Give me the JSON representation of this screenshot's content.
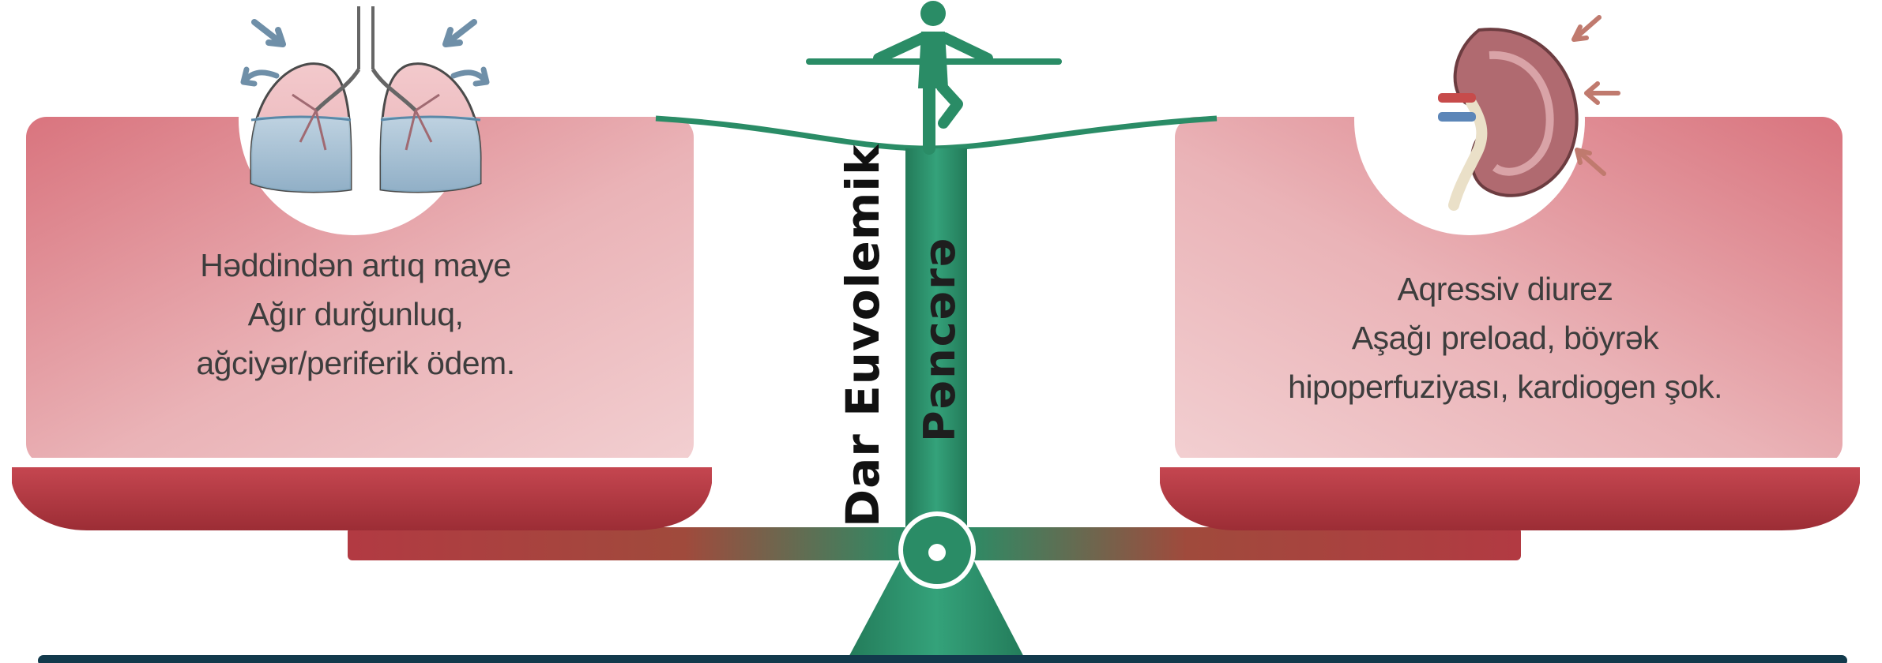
{
  "center": {
    "title": "Dar Euvolemik",
    "subtitle": "Pəncərə"
  },
  "left_pan": {
    "lines": [
      "Həddindən artıq maye",
      "Ağır durğunluq,",
      "ağciyər/periferik ödem."
    ],
    "icon": "lungs-fluid-icon"
  },
  "right_pan": {
    "lines": [
      "Aqressiv diurez",
      "Aşağı preload, böyrək",
      "hipoperfuziyası, kardiogen şok."
    ],
    "icon": "kidney-icon"
  },
  "colors": {
    "accent_green": "#2a8c66",
    "pan_red": "#b33a42",
    "panel_pink": "#e6a0a6",
    "footer_navy": "#123a4c"
  }
}
